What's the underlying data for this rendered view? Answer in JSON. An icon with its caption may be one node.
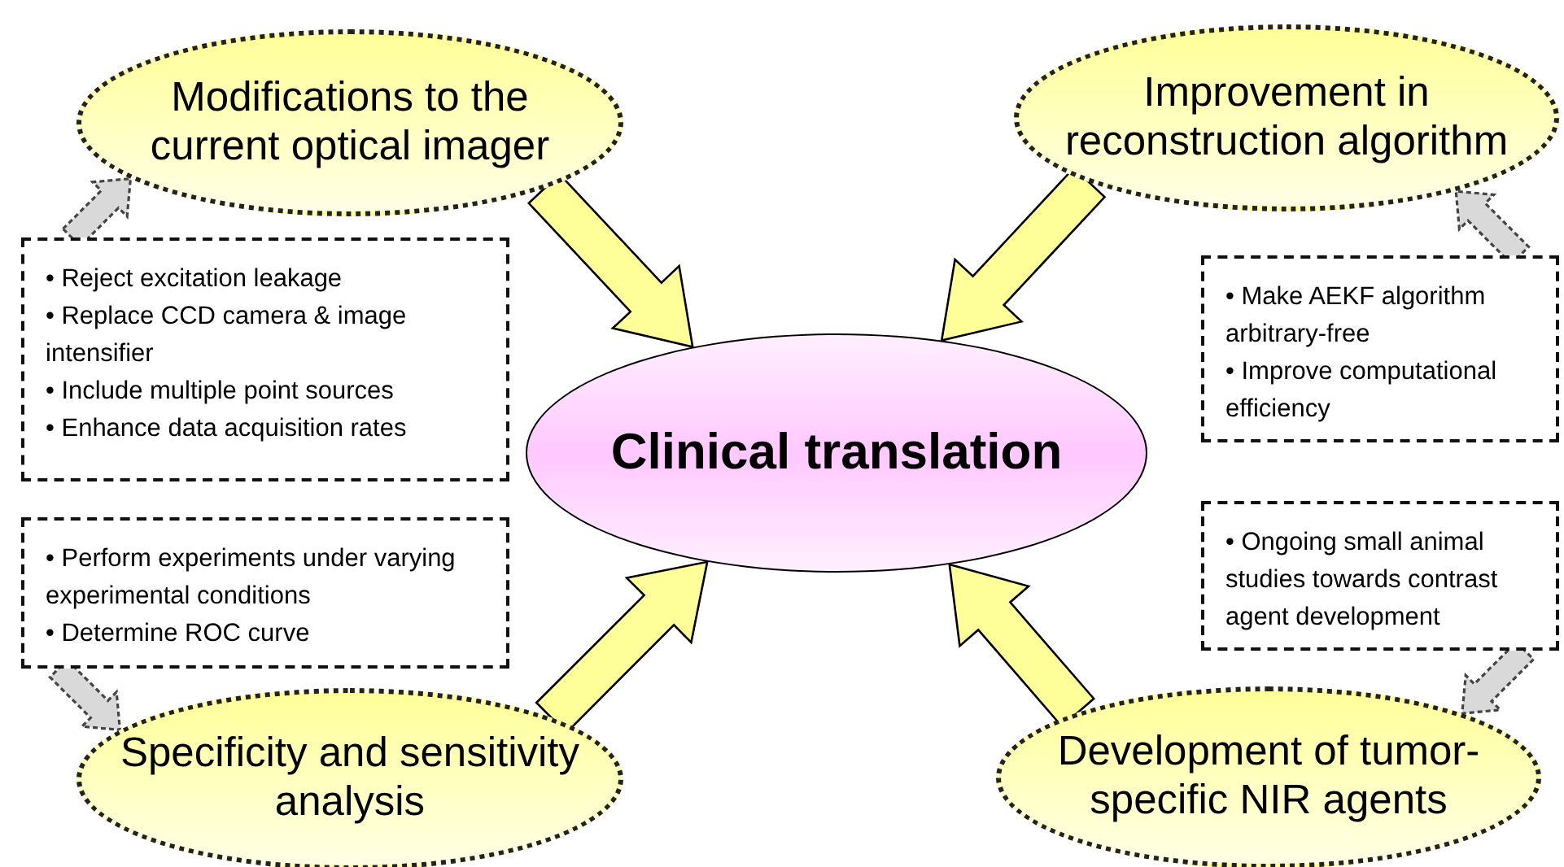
{
  "diagram": {
    "nodes": [
      {
        "text": [
          "Modifications to the current optical imager"
        ]
      },
      {
        "text": [
          "Improvement in reconstruction algorithm"
        ]
      },
      {
        "text": [
          "• Reject excitation leakage",
          "• Replace CCD camera & image intensifier",
          "• Include multiple point sources",
          "• Enhance data acquisition rates"
        ]
      },
      {
        "text": [
          "• Make AEKF algorithm arbitrary-free",
          "• Improve computational efficiency"
        ]
      },
      {
        "text": [
          "Clinical translation"
        ]
      },
      {
        "text": [
          "• Perform experiments under varying experimental conditions",
          "• Determine ROC curve"
        ]
      },
      {
        "text": [
          "• Ongoing small animal studies towards contrast agent development"
        ]
      },
      {
        "text": [
          "Specificity and sensitivity analysis"
        ]
      },
      {
        "text": [
          "Development of tumor-specific NIR agents"
        ]
      }
    ],
    "edges": [
      {
        "from": 0,
        "to": 4,
        "arrow": "to",
        "style": "thick"
      },
      {
        "from": 1,
        "to": 4,
        "arrow": "to",
        "style": "thick"
      },
      {
        "from": 7,
        "to": 4,
        "arrow": "to",
        "style": "thick"
      },
      {
        "from": 8,
        "to": 4,
        "arrow": "to",
        "style": "thick"
      },
      {
        "from": 2,
        "to": 0,
        "arrow": "to",
        "style": "dashed",
        "color": "#d9d9d9"
      },
      {
        "from": 3,
        "to": 1,
        "arrow": "to",
        "style": "dashed",
        "color": "#d9d9d9"
      },
      {
        "from": 5,
        "to": 7,
        "arrow": "to",
        "style": "dashed",
        "color": "#d9d9d9"
      },
      {
        "from": 6,
        "to": 8,
        "arrow": "to",
        "style": "dashed",
        "color": "#d9d9d9"
      }
    ]
  }
}
